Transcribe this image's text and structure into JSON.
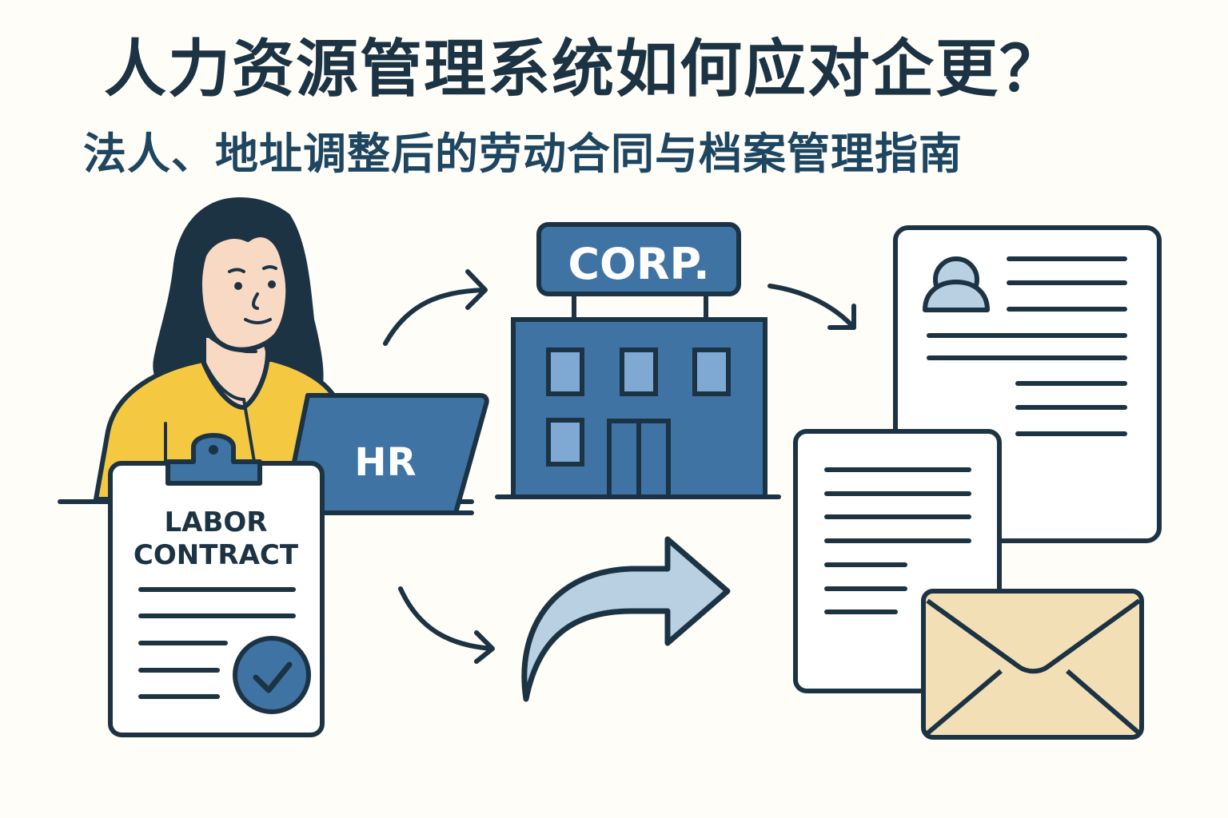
{
  "header": {
    "title": "人力资源管理系统如何应对企更？",
    "subtitle": "法人、地址调整后的劳动合同与档案管理指南"
  },
  "illustration": {
    "laptop": {
      "label": "HR",
      "icon": "laptop-icon"
    },
    "building": {
      "sign_label": "CORP.",
      "icon": "office-building-icon"
    },
    "clipboard": {
      "line1": "LABOR",
      "line2": "CONTRACT",
      "icon": "clipboard-icon",
      "badge_icon": "checkmark-circle-icon"
    },
    "documents": {
      "profile_icon": "person-profile-icon",
      "document_icon": "document-icon",
      "envelope_icon": "envelope-icon"
    },
    "arrows": [
      "curved-arrow-icon",
      "curved-arrow-icon",
      "curved-arrow-icon",
      "big-curved-arrow-icon"
    ]
  },
  "colors": {
    "background": "#fefdf8",
    "outline": "#1c3344",
    "blue": "#3f73a3",
    "light_blue": "#7fa9d3",
    "pale_blue": "#b9d0e3",
    "yellow": "#f5c842",
    "skin": "#f7d9c4",
    "envelope": "#f3dfb6",
    "paper": "#ffffff"
  }
}
